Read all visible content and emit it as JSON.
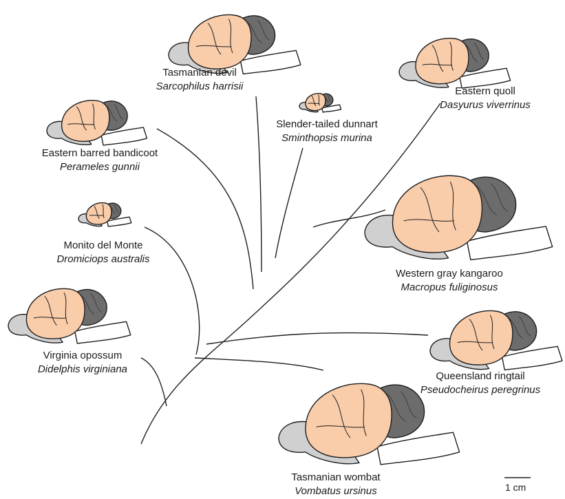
{
  "colors": {
    "cerebrum": "#f9ccaa",
    "cerebellum": "#6c6c6c",
    "olfactory": "#d0d0d0",
    "brainstem": "#ffffff",
    "outline": "#1e1e1e",
    "branch": "#1e1e1e"
  },
  "species": [
    {
      "id": "tasmanian-devil",
      "common": "Tasmanian devil",
      "latin": "Sarcophilus harrisii"
    },
    {
      "id": "slender-tailed-dunnart",
      "common": "Slender-tailed dunnart",
      "latin": "Sminthopsis murina"
    },
    {
      "id": "eastern-quoll",
      "common": "Eastern quoll",
      "latin": "Dasyurus viverrinus"
    },
    {
      "id": "eastern-barred-bandicoot",
      "common": "Eastern barred bandicoot",
      "latin": "Perameles gunnii"
    },
    {
      "id": "monito-del-monte",
      "common": "Monito del Monte",
      "latin": "Dromiciops australis"
    },
    {
      "id": "western-gray-kangaroo",
      "common": "Western gray kangaroo",
      "latin": "Macropus fuliginosus"
    },
    {
      "id": "virginia-opossum",
      "common": "Virginia opossum",
      "latin": "Didelphis virginiana"
    },
    {
      "id": "queensland-ringtail",
      "common": "Queensland ringtail",
      "latin": "Pseudocheirus peregrinus"
    },
    {
      "id": "tasmanian-wombat",
      "common": "Tasmanian wombat",
      "latin": "Vombatus ursinus"
    }
  ],
  "scale_bar": {
    "label": "1 cm"
  }
}
